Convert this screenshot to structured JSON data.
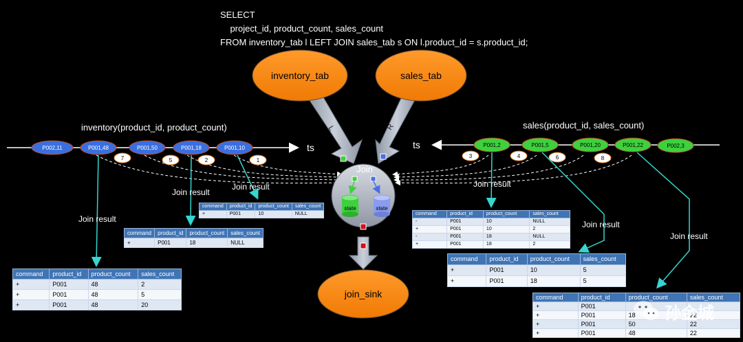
{
  "sql": {
    "line1": "SELECT",
    "line2": "    project_id, product_count, sales_count",
    "line3": "FROM inventory_tab l LEFT JOIN sales_tab s ON l.product_id = s.product_id;"
  },
  "sources": {
    "left": "inventory_tab",
    "right": "sales_tab",
    "left_arrow": "L",
    "right_arrow": "R"
  },
  "join": {
    "title": "Join",
    "state_left": "state",
    "state_right": "state",
    "sink": "join_sink"
  },
  "streams": {
    "inventory": {
      "title": "inventory(product_id, product_count)",
      "ts": "ts",
      "events": [
        "P002,11",
        "P001,48",
        "P001,50",
        "P001,18",
        "P001,10"
      ],
      "order": [
        "7",
        "5",
        "2",
        "1"
      ]
    },
    "sales": {
      "title": "sales(product_id, sales_count)",
      "ts": "ts",
      "events": [
        "P001,2",
        "P001,5",
        "P001,20",
        "P001,22",
        "P002,3"
      ],
      "order": [
        "3",
        "4",
        "6",
        "8"
      ]
    }
  },
  "join_result_label": "Join result",
  "tables": [
    {
      "headers": [
        "command",
        "product_id",
        "product_count",
        "sales_count"
      ],
      "rows": [
        [
          "+",
          "P001",
          "10",
          "NULL"
        ]
      ]
    },
    {
      "headers": [
        "command",
        "product_id",
        "product_count",
        "sales_count"
      ],
      "rows": [
        [
          "+",
          "P001",
          "18",
          "NULL"
        ]
      ]
    },
    {
      "headers": [
        "command",
        "product_id",
        "product_count",
        "sales_count"
      ],
      "rows": [
        [
          "+",
          "P001",
          "48",
          "2"
        ],
        [
          "+",
          "P001",
          "48",
          "5"
        ],
        [
          "+",
          "P001",
          "48",
          "20"
        ]
      ]
    },
    {
      "headers": [
        "command",
        "product_id",
        "product_count",
        "sales_count"
      ],
      "rows": [
        [
          "-",
          "P001",
          "10",
          "NULL"
        ],
        [
          "+",
          "P001",
          "10",
          "2"
        ],
        [
          "-",
          "P001",
          "18",
          "NULL"
        ],
        [
          "+",
          "P001",
          "18",
          "2"
        ]
      ]
    },
    {
      "headers": [
        "command",
        "product_id",
        "product_count",
        "sales_count"
      ],
      "rows": [
        [
          "+",
          "P001",
          "10",
          "5"
        ],
        [
          "+",
          "P001",
          "18",
          "5"
        ]
      ]
    },
    {
      "headers": [
        "command",
        "product_id",
        "product_count",
        "sales_count"
      ],
      "rows": [
        [
          "+",
          "P001",
          "",
          ""
        ],
        [
          "+",
          "P001",
          "18",
          "22"
        ],
        [
          "+",
          "P001",
          "50",
          "22"
        ],
        [
          "+",
          "P001",
          "48",
          "22"
        ]
      ]
    }
  ],
  "watermark": "孙金城",
  "colors": {
    "orange": "#f7840f",
    "blue_event": "#3a6fe0",
    "green_event": "#3dd13d",
    "cyan_arrow": "#36d6cf",
    "table_header": "#3f74b5"
  }
}
